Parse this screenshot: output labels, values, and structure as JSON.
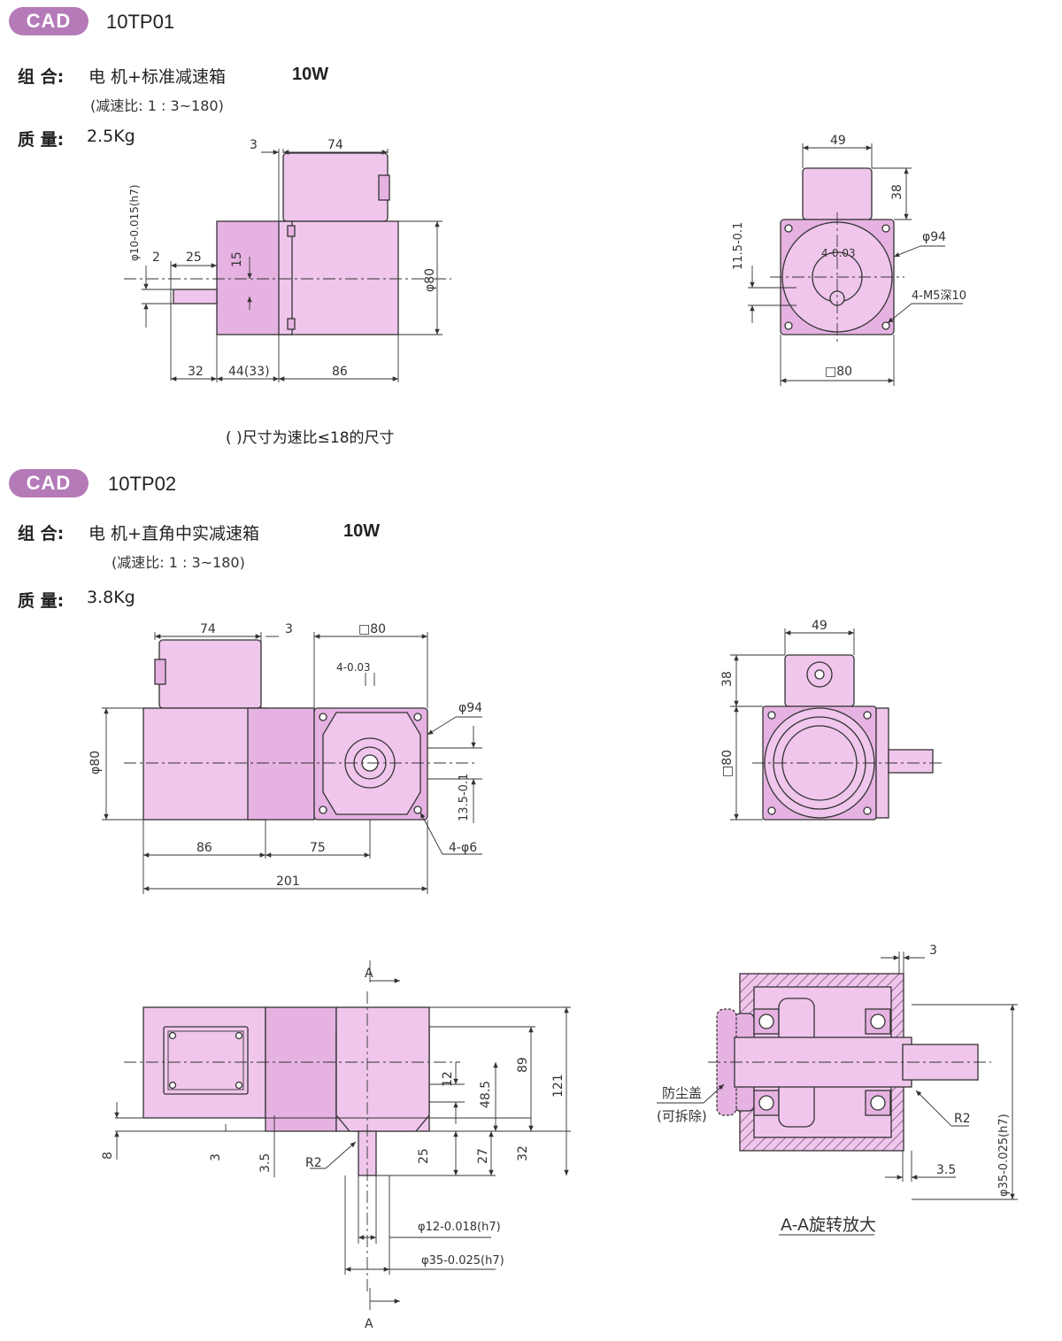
{
  "sections": [
    {
      "badge": "CAD",
      "model": "10TP01",
      "combo_label": "组 合:",
      "combo_value": "电 机+标准减速箱",
      "power": "10W",
      "ratio": "(减速比: 1 : 3~180)",
      "mass_label": "质 量:",
      "mass_value": "2.5Kg",
      "note": "( )尺寸为速比≤18的尺寸"
    },
    {
      "badge": "CAD",
      "model": "10TP02",
      "combo_label": "组 合:",
      "combo_value": "电 机+直角中实减速箱",
      "power": "10W",
      "ratio": "(减速比: 1 : 3~180)",
      "mass_label": "质 量:",
      "mass_value": "3.8Kg"
    }
  ],
  "dims_10tp01_side": {
    "d3": "3",
    "d74": "74",
    "d2": "2",
    "d25": "25",
    "d15": "15",
    "shaft": "φ10-0.015(h7)",
    "d80": "φ80",
    "d32": "32",
    "d44": "44(33)",
    "d86": "86"
  },
  "dims_10tp01_front": {
    "d49": "49",
    "d38": "38",
    "d94": "φ94",
    "key": "4-0.03",
    "d115": "11.5-0.1",
    "holes": "4-M5深10",
    "sq80": "□80"
  },
  "dims_10tp02_side": {
    "d74": "74",
    "d3": "3",
    "sq80": "□80",
    "key": "4-0.03",
    "d94": "φ94",
    "d80": "φ80",
    "d135": "13.5-0.1",
    "holes": "4-φ6",
    "d86": "86",
    "d75": "75",
    "d201": "201"
  },
  "dims_10tp02_front": {
    "d49": "49",
    "d38": "38",
    "sq80": "□80"
  },
  "dims_10tp02_bottom": {
    "sectA": "A",
    "d12": "12",
    "d485": "48.5",
    "d89": "89",
    "d121": "121",
    "d8": "8",
    "d3": "3",
    "d35": "3.5",
    "r2": "R2",
    "d25": "25",
    "d27": "27",
    "d32": "32",
    "shaft12": "φ12-0.018(h7)",
    "shaft35": "φ35-0.025(h7)"
  },
  "dims_section": {
    "d3": "3",
    "cover": "防尘盖",
    "cover2": "(可拆除)",
    "r2": "R2",
    "d35": "3.5",
    "shaft35": "φ35-0.025(h7)",
    "caption": "A-A旋转放大"
  },
  "colors": {
    "badge": "#b57ab8",
    "body": "#f0c6ec",
    "body_dark": "#e6b2e2",
    "line": "#333333"
  }
}
